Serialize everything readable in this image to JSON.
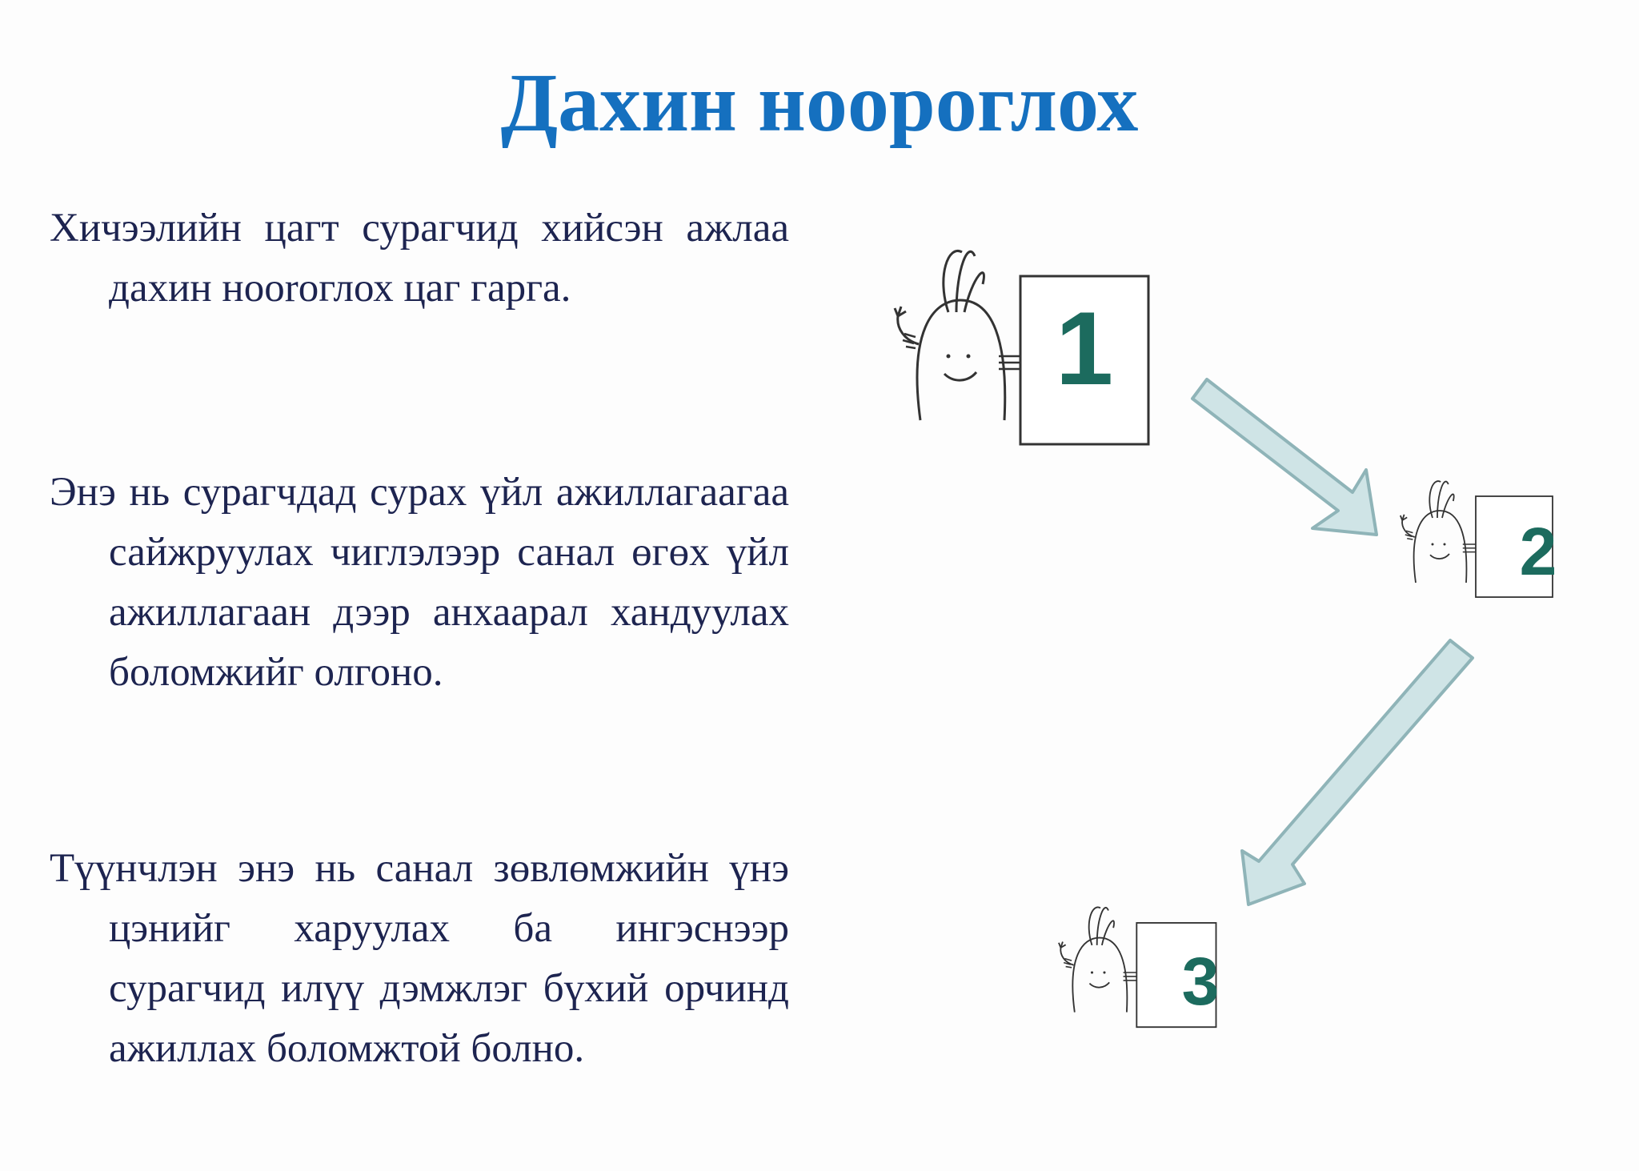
{
  "slide": {
    "title": "Дахин ноороглох",
    "paragraphs": [
      "Хичээлийн цагт сурагчид хийсэн ажлаа дахин нооroглох цаг гарга.",
      "Энэ нь сурагчдад сурах үйл ажиллагаагаа сайжруулах чиглэлээр санал өгөх үйл ажиллагаан дээр анхаарал хандуулах боломжийг олгоно.",
      "Түүнчлэн энэ нь санал зөвлөмжийн үнэ цэнийг харуулах ба ингэснээр сурагчид илүү дэмжлэг бүхий орчинд ажиллах боломжтой болно."
    ]
  },
  "illustration": {
    "cards": [
      "1",
      "2",
      "3"
    ],
    "card_number_color": "#1c6b5e",
    "arrow_fill": "#cfe4e6",
    "arrow_stroke": "#8fb4b8"
  }
}
